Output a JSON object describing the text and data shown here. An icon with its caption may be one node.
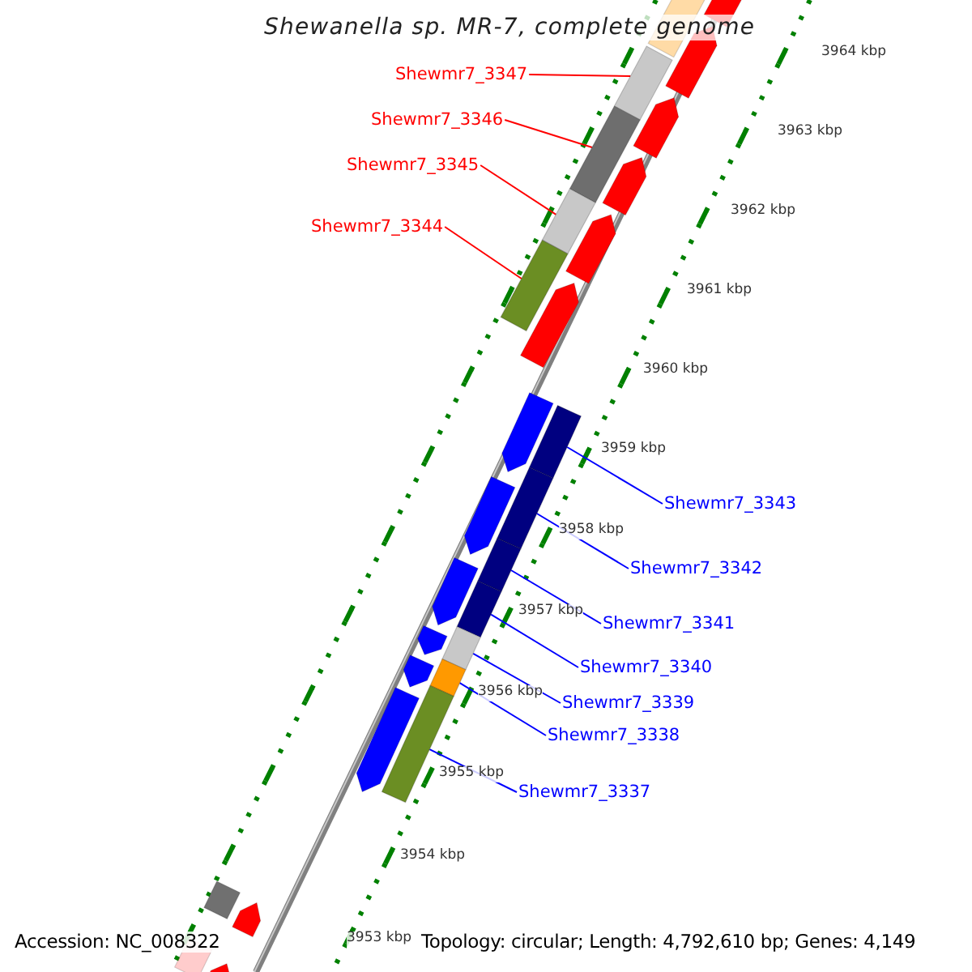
{
  "diagram": {
    "title": "Shewanella sp. MR-7, complete genome",
    "nodes": [
      {
        "text": [
          "Shewmr7_3347"
        ]
      },
      {
        "text": [
          "Shewmr7_3346"
        ]
      },
      {
        "text": [
          "Shewmr7_3345"
        ]
      },
      {
        "text": [
          "Shewmr7_3344"
        ]
      },
      {
        "text": [],
        "shape": "bar"
      },
      {
        "text": [],
        "shape": "bar"
      },
      {
        "text": [],
        "shape": "bar"
      },
      {
        "text": [],
        "shape": "bar"
      },
      {
        "text": [
          "Shewmr7_3343"
        ]
      },
      {
        "text": [
          "Shewmr7_3342"
        ]
      },
      {
        "text": [
          "Shewmr7_3341"
        ]
      },
      {
        "text": [
          "Shewmr7_3340"
        ]
      },
      {
        "text": [
          "Shewmr7_3339"
        ]
      },
      {
        "text": [
          "Shewmr7_3338"
        ]
      },
      {
        "text": [
          "Shewmr7_3337"
        ]
      },
      {
        "text": [],
        "shape": "bar"
      },
      {
        "text": [],
        "shape": "bar"
      },
      {
        "text": [],
        "shape": "bar"
      },
      {
        "text": [],
        "shape": "bar"
      },
      {
        "text": [],
        "shape": "bar"
      },
      {
        "text": [],
        "shape": "bar"
      },
      {
        "text": [],
        "shape": "bar"
      }
    ],
    "edges": [
      {
        "from": 0,
        "to": 4,
        "arrow": "none",
        "color": "#ff0000"
      },
      {
        "from": 1,
        "to": 5,
        "arrow": "none",
        "color": "#ff0000"
      },
      {
        "from": 2,
        "to": 6,
        "arrow": "none",
        "color": "#ff0000"
      },
      {
        "from": 3,
        "to": 7,
        "arrow": "none",
        "color": "#ff0000"
      },
      {
        "from": 8,
        "to": 15,
        "arrow": "none"
      },
      {
        "from": 9,
        "to": 16,
        "arrow": "none"
      },
      {
        "from": 10,
        "to": 17,
        "arrow": "none"
      },
      {
        "from": 11,
        "to": 18,
        "arrow": "none"
      },
      {
        "from": 12,
        "to": 19,
        "arrow": "none"
      },
      {
        "from": 13,
        "to": 20,
        "arrow": "none"
      },
      {
        "from": 14,
        "to": 21,
        "arrow": "none"
      }
    ],
    "labels": [
      "3964 kbp",
      "3963 kbp",
      "3962 kbp",
      "3961 kbp",
      "3960 kbp",
      "3959 kbp",
      "3958 kbp",
      "3957 kbp",
      "3956 kbp",
      "3955 kbp",
      "3954 kbp",
      "3953 kbp",
      "Accession: NC_008322",
      "Topology: circular; Length: 4,792,610 bp; Genes: 4,149"
    ]
  }
}
